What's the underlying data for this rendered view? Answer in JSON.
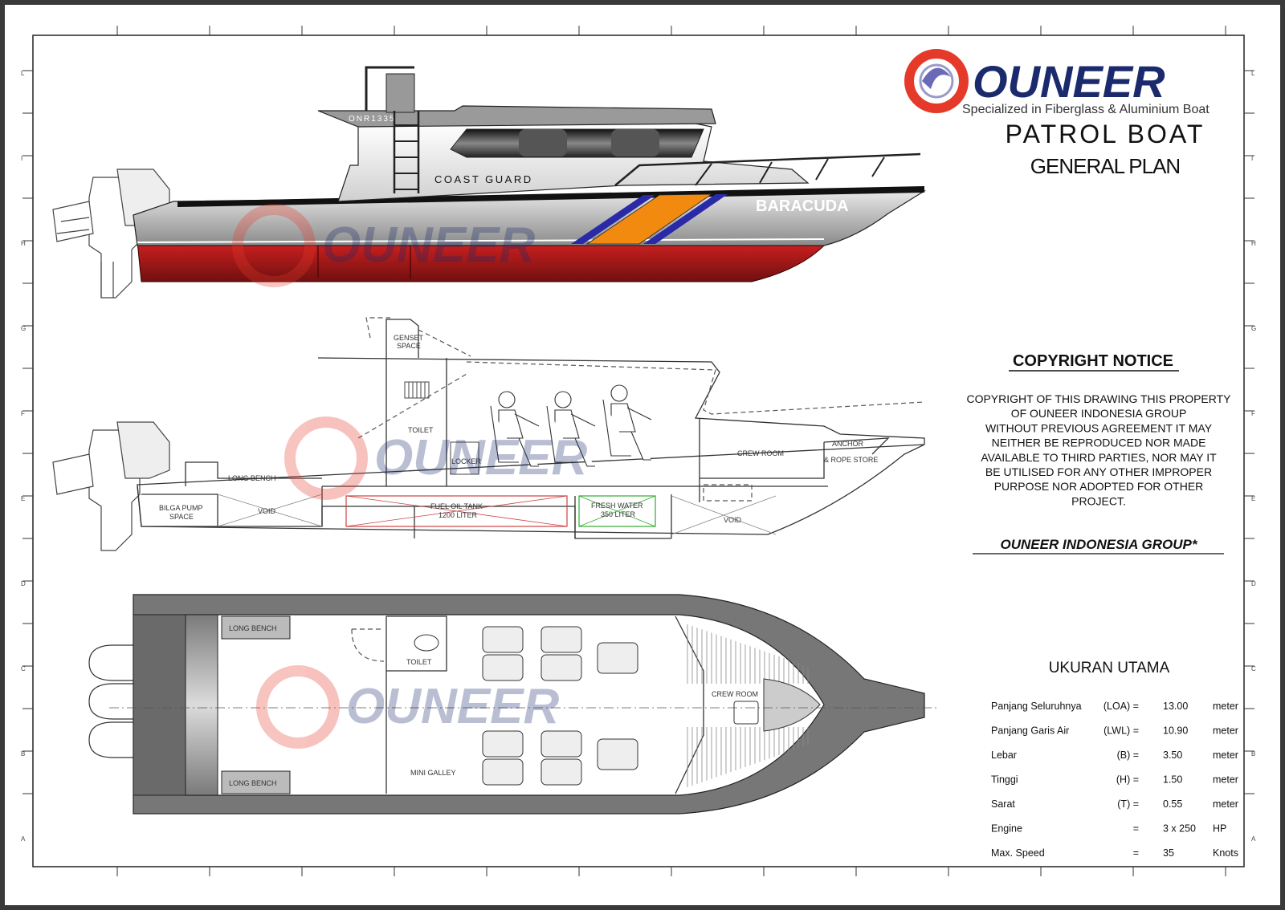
{
  "colors": {
    "brand_navy": "#1a2a6c",
    "brand_red": "#e53a2a",
    "hull_red": "#b01818",
    "stripe_orange": "#f28a10",
    "stripe_blue": "#2a2aa8"
  },
  "brand": {
    "name": "OUNEER",
    "tagline": "Specialized in Fiberglass & Aluminium Boat",
    "logo_icon": "swirl-logo-icon"
  },
  "title": {
    "main": "PATROL BOAT",
    "sub": "GENERAL PLAN"
  },
  "profile": {
    "hull_code": "ONR1335",
    "side_text": "COAST GUARD",
    "boat_name": "BARACUDA"
  },
  "section": {
    "labels": {
      "genset": [
        "GENSET",
        "SPACE"
      ],
      "toilet": "TOILET",
      "locker": "LOCKER",
      "crew_room": "CREW ROOM",
      "anchor": [
        "ANCHOR",
        "& ROPE STORE"
      ],
      "long_bench": "LONG BENCH",
      "bilga": [
        "BILGA PUMP",
        "SPACE"
      ],
      "void_1": "VOID",
      "void_2": "VOID",
      "fuel_tank": [
        "FUEL OIL TANK",
        "1200 LITER"
      ],
      "fresh_water": [
        "FRESH WATER",
        "350 LITER"
      ]
    }
  },
  "plan": {
    "labels": {
      "long_bench_top": "LONG BENCH",
      "long_bench_bottom": "LONG BENCH",
      "toilet": "TOILET",
      "crew_room": "CREW ROOM",
      "mini_galley": "MINI GALLEY"
    }
  },
  "copyright": {
    "heading": "COPYRIGHT NOTICE",
    "lines": [
      "COPYRIGHT OF THIS DRAWING THIS PROPERTY",
      "OF OUNEER INDONESIA GROUP",
      "WITHOUT PREVIOUS AGREEMENT IT MAY",
      "NEITHER BE REPRODUCED NOR MADE",
      "AVAILABLE TO THIRD PARTIES, NOR MAY IT",
      "BE UTILISED FOR ANY OTHER IMPROPER",
      "PURPOSE NOR ADOPTED FOR OTHER",
      "PROJECT."
    ],
    "company": "OUNEER INDONESIA GROUP*"
  },
  "specs": {
    "heading": "UKURAN UTAMA",
    "rows": [
      {
        "name": "Panjang Seluruhnya",
        "sym": "(LOA) =",
        "value": "13.00",
        "unit": "meter"
      },
      {
        "name": "Panjang Garis Air",
        "sym": "(LWL) =",
        "value": "10.90",
        "unit": "meter"
      },
      {
        "name": "Lebar",
        "sym": "(B) =",
        "value": "3.50",
        "unit": "meter"
      },
      {
        "name": "Tinggi",
        "sym": "(H) =",
        "value": "1.50",
        "unit": "meter"
      },
      {
        "name": "Sarat",
        "sym": "(T) =",
        "value": "0.55",
        "unit": "meter"
      },
      {
        "name": "Engine",
        "sym": "=",
        "value": "3 x 250",
        "unit": "HP"
      },
      {
        "name": "Max. Speed",
        "sym": "=",
        "value": "35",
        "unit": "Knots"
      }
    ]
  },
  "border_letters": [
    "L",
    "I",
    "H",
    "G",
    "F",
    "E",
    "D",
    "C",
    "B",
    "A"
  ]
}
